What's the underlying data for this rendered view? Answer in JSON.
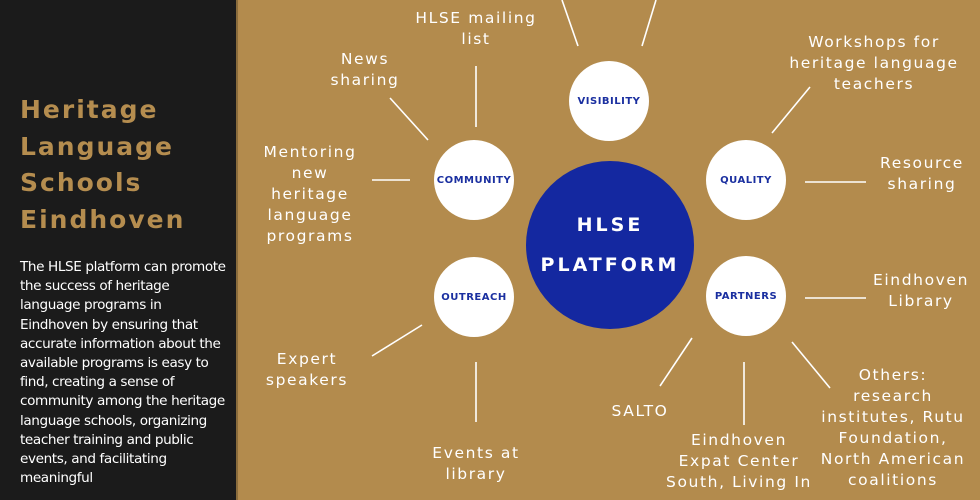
{
  "sidebar": {
    "title_lines": [
      "Heritage",
      "Language",
      "Schools",
      "Eindhoven"
    ],
    "description": "The HLSE platform can promote the success of heritage language programs in Eindhoven by ensuring that accurate information about the available programs is easy to find, creating a sense of community among the heritage language schools, organizing teacher training and public events, and facilitating meaningful"
  },
  "center": {
    "line1": "HLSE",
    "line2": "PLATFORM"
  },
  "nodes": {
    "visibility": "VISIBILITY",
    "community": "COMMUNITY",
    "quality": "QUALITY",
    "outreach": "OUTREACH",
    "partners": "PARTNERS"
  },
  "labels": {
    "mailing": "HLSE mailing\nlist",
    "news": "News\nsharing",
    "mentoring": "Mentoring\nnew\nheritage\nlanguage\nprograms",
    "workshops": "Workshops for\nheritage language\nteachers",
    "resource": "Resource\nsharing",
    "library": "Eindhoven\nLibrary",
    "others": "Others:\nresearch\ninstitutes, Rutu\nFoundation,\nNorth American\ncoalitions",
    "expat": "Eindhoven\nExpat Center\nSouth, Living In",
    "salto": "SALTO",
    "events": "Events at\nlibrary",
    "expert": "Expert\nspeakers"
  }
}
